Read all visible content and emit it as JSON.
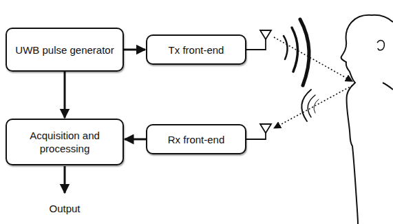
{
  "diagram": {
    "nodes": [
      {
        "text": [
          "UWB pulse generator"
        ]
      },
      {
        "text": [
          "Tx front-end"
        ]
      },
      {
        "text": [
          "Acquisition and processing"
        ]
      },
      {
        "text": [
          "Rx front-end"
        ]
      }
    ],
    "edges": [
      {
        "from": 0,
        "to": 1,
        "arrow": "to"
      },
      {
        "from": 0,
        "to": 2,
        "arrow": "to"
      },
      {
        "from": 3,
        "to": 2,
        "arrow": "to"
      }
    ],
    "labels": [
      "Output"
    ]
  }
}
